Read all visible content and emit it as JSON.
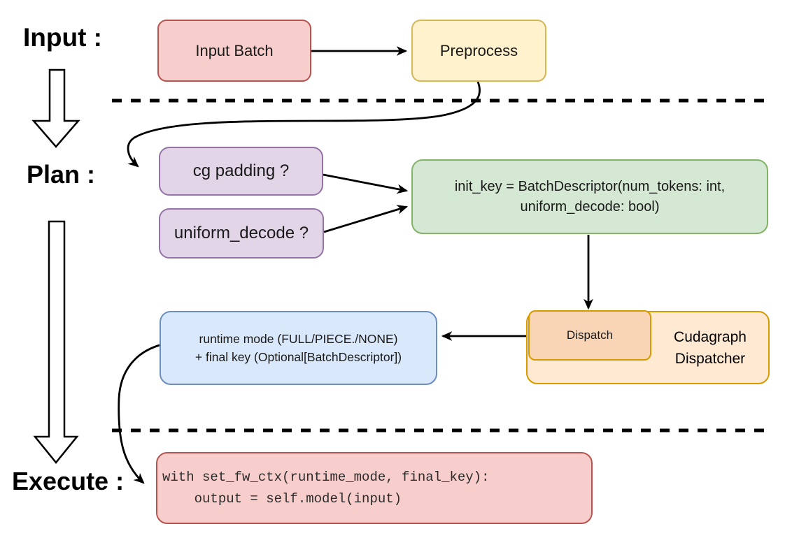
{
  "stage_labels": {
    "input": "Input :",
    "plan": "Plan :",
    "execute": "Execute :"
  },
  "nodes": {
    "input_batch": {
      "label": "Input Batch",
      "fill": "#F8CECC",
      "border": "#B85450"
    },
    "preprocess": {
      "label": "Preprocess",
      "fill": "#FFF2CC",
      "border": "#D6B656"
    },
    "cg_padding": {
      "label": "cg padding ?",
      "fill": "#E1D5E7",
      "border": "#9673A6"
    },
    "uniform_decode": {
      "label": "uniform_decode ?",
      "fill": "#E1D5E7",
      "border": "#9673A6"
    },
    "init_key": {
      "lines": [
        "init_key = BatchDescriptor(num_tokens: int,",
        "uniform_decode: bool)"
      ],
      "fill": "#D5E8D4",
      "border": "#82B366"
    },
    "dispatch": {
      "label": "Dispatch",
      "fill": "#FAD5B5",
      "border": "#D79B00"
    },
    "cudagraph_dispatcher": {
      "lines": [
        "Cudagraph",
        "Dispatcher"
      ],
      "fill": "#FFE9D2",
      "border": "#D79B00"
    },
    "runtime_mode": {
      "lines": [
        "runtime mode (FULL/PIECE./NONE)",
        "+ final key (Optional[BatchDescriptor])"
      ],
      "fill": "#DAE8FC",
      "border": "#6C8EBF"
    },
    "execute_code": {
      "lines": [
        "with set_fw_ctx(runtime_mode, final_key):",
        "    output = self.model(input)"
      ],
      "fill": "#F8CECC",
      "border": "#B85450"
    }
  },
  "connector_color": "#000000"
}
